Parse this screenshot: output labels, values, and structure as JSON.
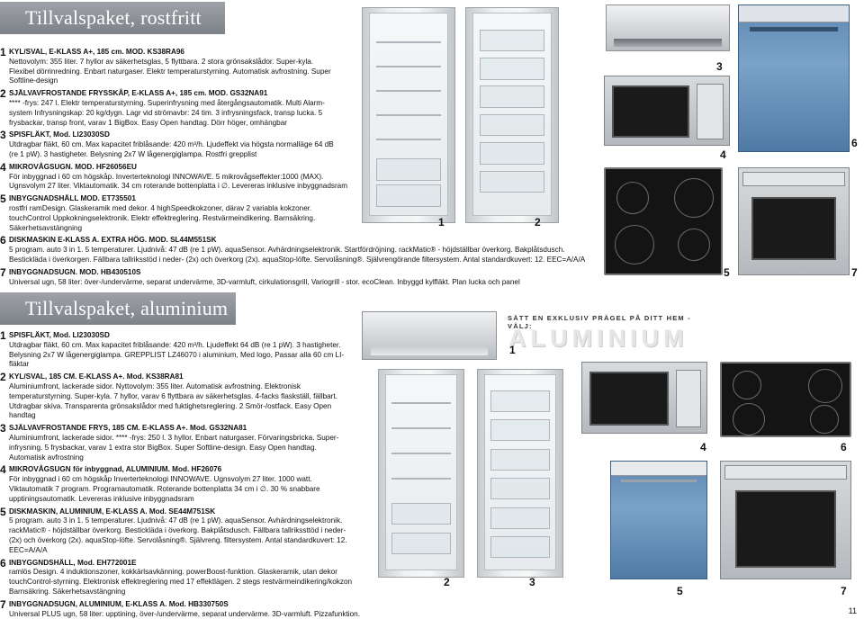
{
  "section1": {
    "title": "Tillvalspaket, rostfritt",
    "items": [
      {
        "num": "1",
        "title": "KYL/SVAL, E-KLASS A+, 185 cm. MOD. KS38RA96",
        "text": "Nettovolym: 355 liter. 7 hyllor av säkerhetsglas, 5 flyttbara. 2 stora grönsakslådor. Super-kyla. Flexibel dörrinredning. Enbart naturgaser. Elektr temperaturstyrning. Automatisk avfrostning. Super Softline-design"
      },
      {
        "num": "2",
        "title": "SJÄLVAVFROSTANDE FRYSSKÅP, E-KLASS A+, 185 cm. MOD. GS32NA91",
        "text": "**** -frys: 247 l. Elektr temperaturstyrning. Superinfrysning med återgångsautomatik. Multi Alarm-system Infrysningskap: 20 kg/dygn. Lagr vid strömavbr: 24 tim. 3 infrysningsfack, transp lucka. 5 frysbackar, transp front, varav 1 BigBox. Easy Open handtag. Dörr höger, omhängbar"
      },
      {
        "num": "3",
        "title": "SPISFLÄKT, Mod. LI23030SD",
        "text": "Utdragbar fläkt, 60 cm. Max kapacitet friblåsande: 420 m³/h. Ljudeffekt via högsta normalläge 64 dB (re 1 pW). 3 hastigheter. Belysning 2x7 W lågenergiglampa. Rostfri grepplist"
      },
      {
        "num": "4",
        "title": "MIKROVÅGSUGN. MOD. HF26056EU",
        "text": "För inbyggnad i 60 cm högskåp. Inverterteknologi INNOWAVE. 5 mikrovågseffekter:1000 (MAX). Ugnsvolym 27 liter. Viktautomatik. 34 cm roterande bottenplatta i ∅. Levereras inklusive inbyggnadsram"
      },
      {
        "num": "5",
        "title": "INBYGGNADSHÄLL MOD. ET735501",
        "text": "rostfri ramDesign. Glaskeramik med dekor. 4 highSpeedkokzoner, därav 2 variabla kokzoner. touchControl Uppkokningselektronik. Elektr effektreglering. Restvärmeindikering. Barnsäkring. Säkerhetsavstängning"
      },
      {
        "num": "6",
        "title": "DISKMASKIN E-KLASS A. EXTRA HÖG. MOD. SL44M551SK",
        "text": "5 program. auto 3 in 1. 5 temperaturer. Ljudnivå: 47 dB (re 1 pW). aquaSensor. Avhärdningselektronik. Startfördröjning. rackMatic® - höjdställbar överkorg. Bakplåtsdusch. Bestickläda i överkorgen. Fällbara tallriksstöd i neder- (2x) och överkorg (2x). aquaStop-löfte. Servolåsning®. Självrengörande filtersystem. Antal standardkuvert: 12. EEC=A/A/A"
      },
      {
        "num": "7",
        "title": "INBYGGNADSUGN. MOD. HB430510S",
        "text": "Universal ugn, 58 liter: över-/undervärme, separat undervärme, 3D-varmluft, cirkulationsgrill, Variogrill - stor. ecoClean. Inbyggd kylfläkt. Plan lucka och panel"
      }
    ],
    "image_labels": [
      "1",
      "2",
      "3",
      "4",
      "5",
      "6",
      "7"
    ]
  },
  "section2": {
    "title": "Tillvalspaket, aluminium",
    "caption": "SÄTT EN EXKLUSIV PRÄGEL PÅ DITT HEM - VÄLJ:",
    "caption_word": "ALUMINIUM",
    "items": [
      {
        "num": "1",
        "title": "SPISFLÄKT, Mod. LI23030SD",
        "text": "Utdragbar fläkt, 60 cm. Max kapacitet friblåsande: 420 m³/h. Ljudeffekt 64 dB (re 1 pW). 3 hastigheter. Belysning 2x7 W lågenergiglampa. GREPPLIST LZ46070 i aluminium, Med logo, Passar alla 60 cm LI-fläktar"
      },
      {
        "num": "2",
        "title": "KYL/SVAL, 185 CM. E-KLASS A+. Mod. KS38RA81",
        "text": "Aluminiumfront, lackerade sidor. Nyttovolym: 355 liter. Automatisk avfrostning. Elektronisk temperaturstyrning. Super-kyla. 7 hyllor, varav 6 flyttbara av säkerhetsglas. 4-facks flaskställ, fällbart. Utdragbar skiva. Transparenta grönsakslådor med fuktighetsreglering. 2 Smör-/ostfack. Easy Open handtag"
      },
      {
        "num": "3",
        "title": "SJÄLVAVFROSTANDE FRYS, 185 CM. E-KLASS A+. Mod. GS32NA81",
        "text": "Aluminiumfront, lackerade sidor. **** -frys: 250 l. 3 hyllor. Enbart naturgaser. Förvaringsbricka. Super-infrysning. 5 frysbackar, varav 1 extra stor BigBox. Super Softline-design. Easy Open handtag. Automatisk avfrostning"
      },
      {
        "num": "4",
        "title": "MIKROVÅGSUGN för inbyggnad, ALUMINIUM. Mod. HF26076",
        "text": "För inbyggnad i 60 cm högskåp Inverterteknologi INNOWAVE. Ugnsvolym 27 liter. 1000 watt. Viktautomatik 7 program. Programautomatik. Roterande bottenplatta 34 cm i ∅. 30 % snabbare upptiningsautomatik. Levereras inklusive inbyggnadsram"
      },
      {
        "num": "5",
        "title": "DISKMASKIN, ALUMINIUM, E-KLASS A. Mod. SE44M751SK",
        "text": "5 program. auto 3 in 1. 5 temperaturer. Ljudnivå: 47 dB (re 1 pW). aquaSensor. Avhärdningselektronik. rackMatic® - höjdställbar överkorg. Bestickläda i överkorg. Bakplåtsdusch. Fällbara tallrikssttöd i neder- (2x) och överkorg (2x). aquaStop-löfte. Servolåsning®. Självreng. filtersystem. Antal standardkuvert: 12. EEC=A/A/A"
      },
      {
        "num": "6",
        "title": "INBYGGNDSHÄLL, Mod. EH772001E",
        "text": "ramlös Design. 4 induktionszoner, kokkärlsavkänning. powerBoost-funktion. Glaskeramik, utan dekor touchControl-styrning. Elektronisk effektreglering med 17 effektlägen. 2 stegs restvärmeindikering/kokzon Barnsäkring. Säkerhetsavstängning"
      },
      {
        "num": "7",
        "title": "INBYGGNADSUGN, ALUMINIUM, E-KLASS A. Mod. HB330750S",
        "text": "Universal PLUS ugn, 58 liter: upptining, över-/undervärme, separat undervärme. 3D-varmluft. Pizzafunktion. Cirkulationsgrill. Variogrill - stor, Variogrill - liten. Snabbstart. ecoClean på bakvägg. Digitalur. Innerlucka i helglas. Inbyggd kylfläkt"
      }
    ],
    "image_labels": [
      "1",
      "2",
      "3",
      "4",
      "5",
      "6",
      "7"
    ]
  },
  "page_number": "11"
}
